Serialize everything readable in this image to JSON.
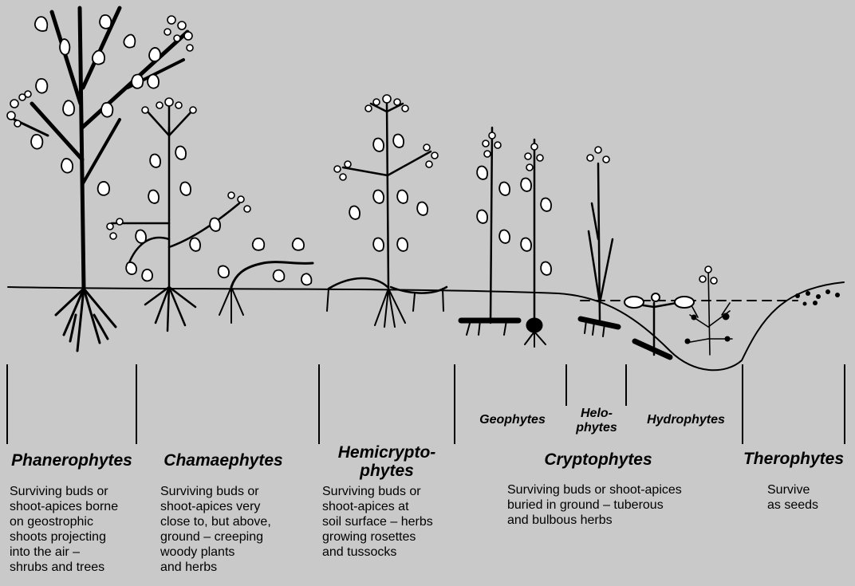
{
  "categories": [
    {
      "title": "Phanerophytes",
      "description": "Surviving buds or\nshoot-apices borne\non geostrophic\nshoots projecting\ninto the air –\nshrubs and trees"
    },
    {
      "title": "Chamaephytes",
      "description": "Surviving buds or\nshoot-apices very\nclose to, but above,\nground – creeping\nwoody plants\nand herbs"
    },
    {
      "title": "Hemicrypto-\nphytes",
      "description": "Surviving buds or\nshoot-apices at\nsoil surface – herbs\ngrowing rosettes\nand tussocks"
    },
    {
      "title": "Cryptophytes",
      "description": "Surviving buds or shoot-apices\nburied in ground – tuberous\nand bulbous herbs",
      "subgroups": [
        "Geophytes",
        "Helo-\nphytes",
        "Hydrophytes"
      ]
    },
    {
      "title": "Therophytes",
      "description": "Survive\nas seeds"
    }
  ],
  "colors": {
    "background": "#c9c9c9",
    "ink": "#000000",
    "leaf": "#ffffff"
  }
}
